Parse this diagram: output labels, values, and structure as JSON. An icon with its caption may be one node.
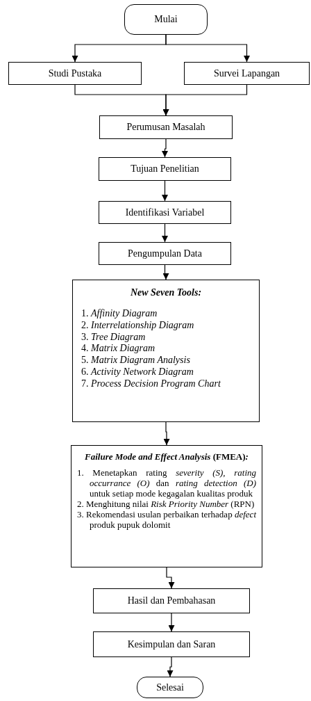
{
  "diagram": {
    "nodes": [
      {
        "text": [
          "Mulai"
        ]
      },
      {
        "text": [
          "Studi Pustaka"
        ]
      },
      {
        "text": [
          "Survei Lapangan"
        ]
      },
      {
        "text": [
          "Perumusan Masalah"
        ]
      },
      {
        "text": [
          "Tujuan Penelitian"
        ]
      },
      {
        "text": [
          "Identifikasi Variabel"
        ]
      },
      {
        "text": [
          "Pengumpulan Data"
        ]
      },
      {
        "text": [
          "New Seven Tools:",
          "1. *Affinity Diagram*",
          "2. *Interrelationship Diagram*",
          "3. *Tree Diagram*",
          "4. *Matrix Diagram*",
          "5. *Matrix Diagram Analysis*",
          "6. *Activity Network Diagram*",
          "7. *Process Decision Program Chart*"
        ]
      },
      {
        "text": [
          "*Failure Mode and Effect Analysis* (FMEA)*:*",
          "1. Menetapkan rating *severity (S), rating occurrance (O)* dan *rating detection (D)* untuk setiap mode kegagalan kualitas produk",
          "2. Menghitung nilai *Risk Priority Number* (RPN)",
          "3. Rekomendasi usulan perbaikan terhadap *defect* produk pupuk dolomit"
        ]
      },
      {
        "text": [
          "Hasil dan Pembahasan"
        ]
      },
      {
        "text": [
          "Kesimpulan dan Saran"
        ]
      },
      {
        "text": [
          "Selesai"
        ]
      }
    ],
    "edges": [
      {
        "from": 0,
        "to": 1,
        "arrow": "to"
      },
      {
        "from": 0,
        "to": 2,
        "arrow": "to"
      },
      {
        "from": 1,
        "to": 3,
        "arrow": "to"
      },
      {
        "from": 2,
        "to": 3,
        "arrow": "to"
      },
      {
        "from": 3,
        "to": 4,
        "arrow": "to"
      },
      {
        "from": 4,
        "to": 5,
        "arrow": "to"
      },
      {
        "from": 5,
        "to": 6,
        "arrow": "to"
      },
      {
        "from": 6,
        "to": 7,
        "arrow": "to"
      },
      {
        "from": 7,
        "to": 8,
        "arrow": "to"
      },
      {
        "from": 8,
        "to": 9,
        "arrow": "to"
      },
      {
        "from": 9,
        "to": 10,
        "arrow": "to"
      },
      {
        "from": 10,
        "to": 11,
        "arrow": "to"
      }
    ]
  }
}
